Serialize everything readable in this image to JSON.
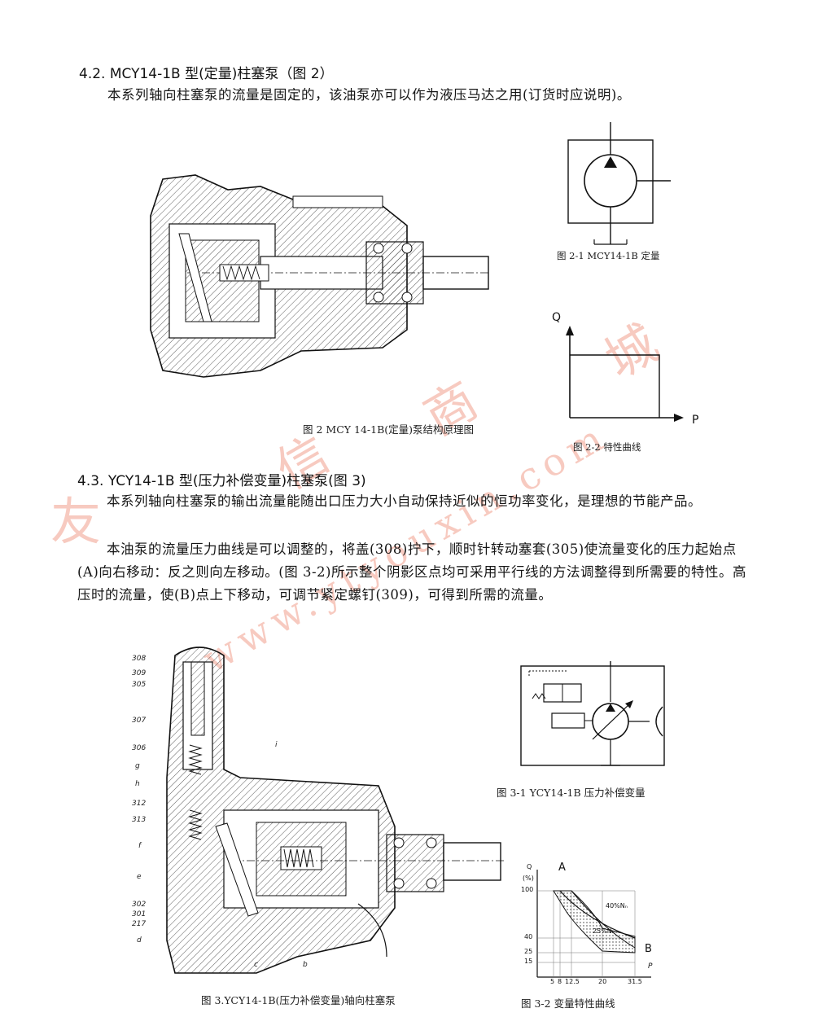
{
  "section_1": {
    "heading": "4.2. MCY14-1B 型(定量)柱塞泵（图 2）",
    "paragraph": "本系列轴向柱塞泵的流量是固定的，该油泵亦可以作为液压马达之用(订货时应说明)。"
  },
  "figures_1": {
    "fig2_caption": "图 2  MCY 14-1B(定量)泵结构原理图",
    "fig2_1_caption": "图 2-1  MCY14-1B 定量",
    "fig2_2_caption": "图 2-2  特性曲线",
    "fig2_2_axis_q": "Q",
    "fig2_2_axis_p": "P"
  },
  "section_2": {
    "heading": "4.3. YCY14-1B 型(压力补偿变量)柱塞泵(图 3)",
    "paragraph_1": "本系列轴向柱塞泵的输出流量能随出口压力大小自动保持近似的恒功率变化，是理想的节能产品。",
    "paragraph_2": "本油泵的流量压力曲线是可以调整的，将盖(308)拧下，顺时针转动塞套(305)使流量变化的压力起始点(A)向右移动：反之则向左移动。(图 3-2)所示整个阴影区点均可采用平行线的方法调整得到所需要的特性。高压时的流量，使(B)点上下移动，可调节紧定螺钉(309)，可得到所需的流量。"
  },
  "figures_2": {
    "fig3_caption": "图 3.YCY14-1B(压力补偿变量)轴向柱塞泵",
    "fig3_1_caption": "图 3-1  YCY14-1B 压力补偿变量",
    "fig3_2_caption": "图 3-2  变量特性曲线",
    "callouts": [
      "308",
      "309",
      "305",
      "307",
      "306",
      "g",
      "h",
      "312",
      "313",
      "f",
      "e",
      "302",
      "301",
      "217",
      "d",
      "i",
      "c",
      "b"
    ],
    "chart": {
      "y_label": "Q",
      "y_unit": "(%)",
      "y_ticks": [
        "100",
        "40",
        "25",
        "15"
      ],
      "x_label": "P",
      "x_ticks": [
        "5",
        "8",
        "12.5",
        "20",
        "31.5"
      ],
      "point_a": "A",
      "point_b": "B",
      "curve_40": "40%Nₙ",
      "curve_25": "25%Nₙ"
    }
  },
  "watermark": {
    "chars": [
      "友",
      "信",
      "商",
      "城"
    ],
    "url": "www.ytyouxin.com"
  }
}
